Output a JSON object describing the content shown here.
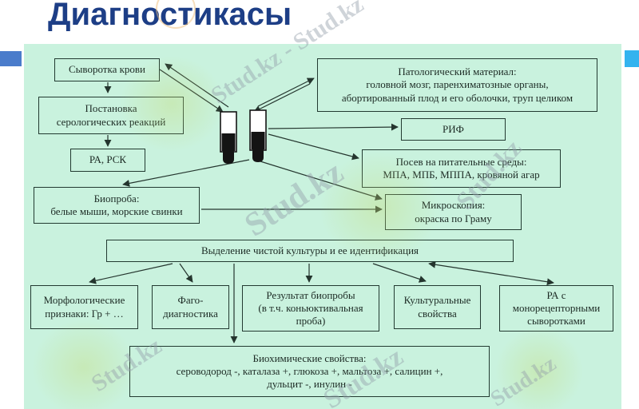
{
  "title": "Диагностикасы",
  "watermark": {
    "long": "Stud.kz - Stud.kz",
    "short": "Stud.kz"
  },
  "colors": {
    "title_blue": "#1d3e86",
    "panel_mint": "#c9f2de",
    "left_accent_bar": "#4a7ccb",
    "right_accent_bar": "#33b3ef",
    "connector_line": "#24352e",
    "box_border": "#223a31",
    "box_text": "#1c2a24"
  },
  "diagram": {
    "nodes": {
      "serum": {
        "lines": [
          "Сыворотка крови"
        ]
      },
      "serology": {
        "lines": [
          "Постановка",
          "серологических реакций"
        ]
      },
      "ra_rsk": {
        "lines": [
          "РА, РСК"
        ]
      },
      "pathmat": {
        "lines": [
          "Патологический материал:",
          "головной мозг, паренхиматозные органы,",
          "абортированный плод и его оболочки, труп целиком"
        ]
      },
      "rif": {
        "lines": [
          "РИФ"
        ]
      },
      "posev": {
        "lines": [
          "Посев на питательные среды:",
          "МПА, МПБ, МППА, кровяной агар"
        ]
      },
      "bioproba": {
        "lines": [
          "Биопроба:",
          "белые мыши, морские свинки"
        ]
      },
      "microscopy": {
        "lines": [
          "Микроскопия:",
          "окраска по Граму"
        ]
      },
      "isolation": {
        "lines": [
          "Выделение чистой культуры и ее идентификация"
        ]
      },
      "morpho": {
        "lines": [
          "Морфологические",
          "признаки: Гр + …"
        ]
      },
      "phago": {
        "lines": [
          "Фаго-",
          "диагностика"
        ]
      },
      "bioresult": {
        "lines": [
          "Результат биопробы",
          "(в т.ч. коньюктивальная",
          "проба)"
        ]
      },
      "cultural": {
        "lines": [
          "Культуральные",
          "свойства"
        ]
      },
      "ra_mono": {
        "lines": [
          "РА с",
          "монорецепторными",
          "сыворотками"
        ]
      },
      "biochem": {
        "lines": [
          "Биохимические свойства:",
          "сероводород -, каталаза +, глюкоза +, мальтоза +, салицин +,",
          "дульцит -, инулин -"
        ]
      }
    }
  }
}
